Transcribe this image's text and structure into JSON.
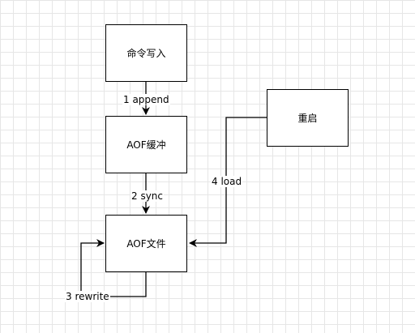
{
  "nodes": {
    "command_write": "命令写入",
    "aof_buffer": "AOF缓冲",
    "aof_file": "AOF文件",
    "restart": "重启"
  },
  "edges": {
    "append": "1 append",
    "sync": "2 sync",
    "rewrite": "3 rewrite",
    "load": "4 load"
  }
}
